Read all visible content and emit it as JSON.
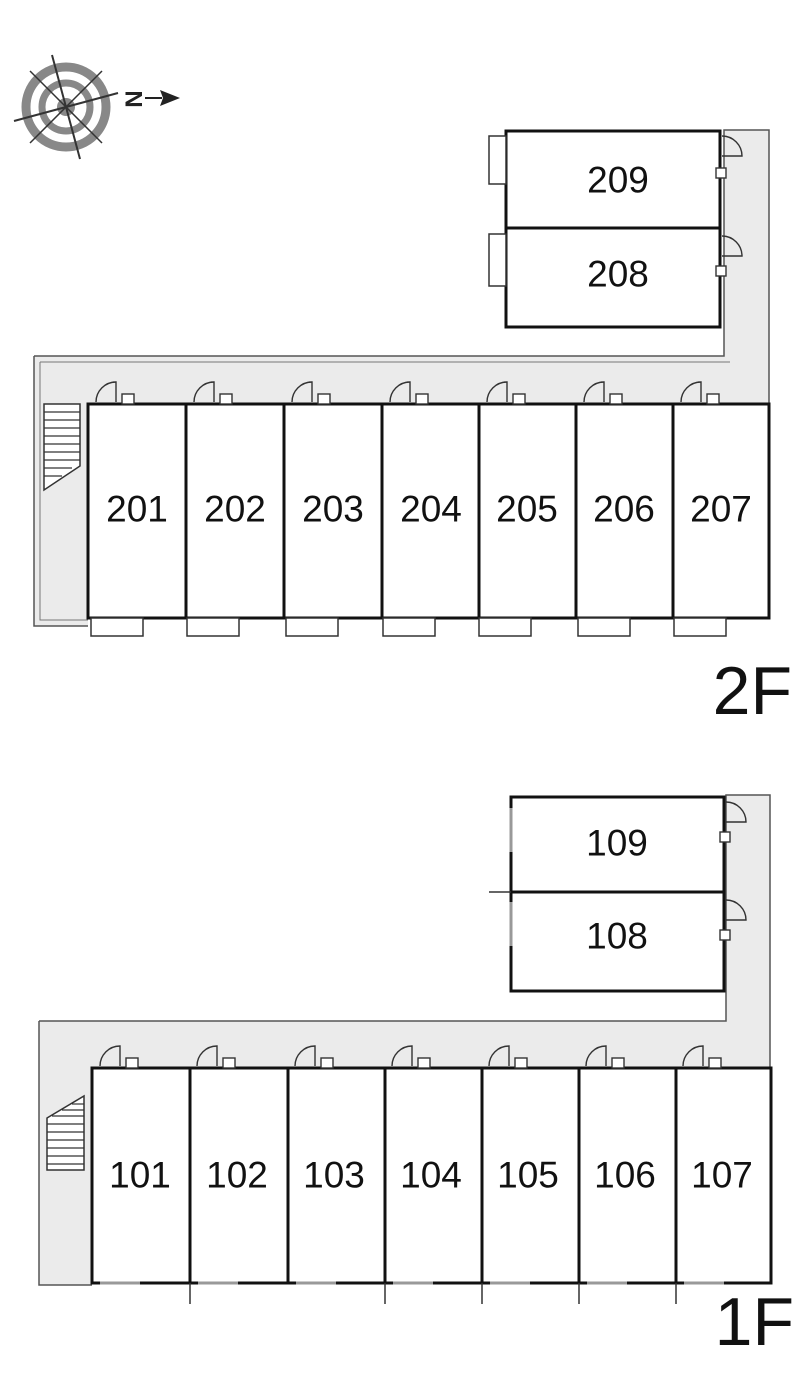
{
  "compass": {
    "north_label": "N",
    "icon": "compass-icon"
  },
  "floors": [
    {
      "label": "2F",
      "units_row": [
        "201",
        "202",
        "203",
        "204",
        "205",
        "206",
        "207"
      ],
      "units_wing": [
        "209",
        "208"
      ]
    },
    {
      "label": "1F",
      "units_row": [
        "101",
        "102",
        "103",
        "104",
        "105",
        "106",
        "107"
      ],
      "units_wing": [
        "109",
        "108"
      ]
    }
  ],
  "colors": {
    "corridor": "#ebebeb",
    "wall": "#111111",
    "background": "#ffffff"
  }
}
